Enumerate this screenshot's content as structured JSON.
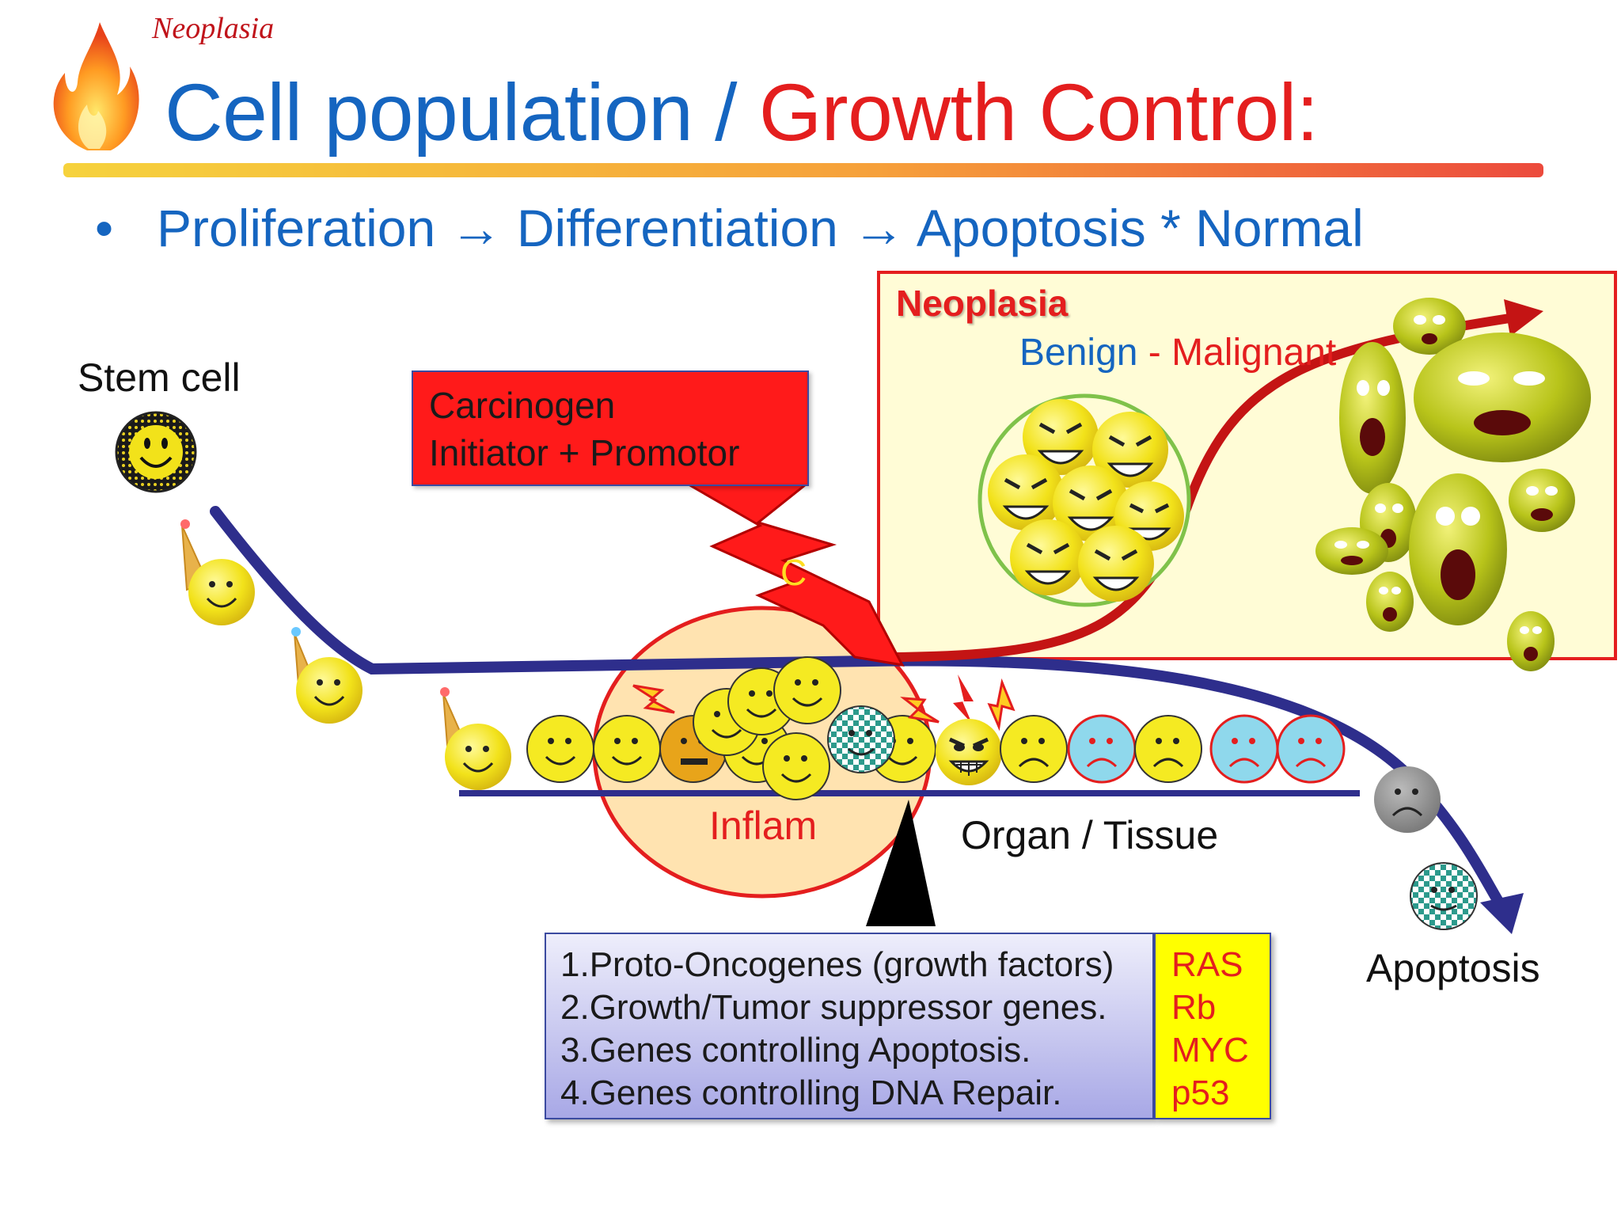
{
  "header": {
    "label": "Neoplasia"
  },
  "title": {
    "part1": "Cell population / ",
    "part2": "Growth Control:"
  },
  "bullet": {
    "text": "Proliferation → Differentiation → Apoptosis * Normal"
  },
  "labels": {
    "stem_cell": "Stem cell",
    "inflam": "Inflam",
    "organ_tissue": "Organ / Tissue",
    "apoptosis": "Apoptosis",
    "c_mark": "C"
  },
  "carcinogen": {
    "line1": "Carcinogen",
    "line2": "Initiator + Promotor"
  },
  "neoplasia_box": {
    "title": "Neoplasia",
    "benign": "Benign",
    "dash": " - ",
    "malignant": "Malignant"
  },
  "genes": [
    "1.Proto-Oncogenes (growth factors)",
    "2.Growth/Tumor suppressor genes.",
    "3.Genes controlling Apoptosis.",
    "4.Genes controlling DNA Repair."
  ],
  "gene_codes": [
    "RAS",
    "Rb",
    "MYC",
    "p53"
  ],
  "colors": {
    "title_blue": "#1565c0",
    "title_red": "#e41e1e",
    "curve_blue": "#2e2e8c",
    "curve_red": "#c41414",
    "face_yellow": "#f2e21a",
    "sad_blue": "#8fd8ec",
    "neoplasia_bg": "#fffcd6",
    "inflam_bg": "#ffe3b0",
    "codes_bg": "#ffff00"
  },
  "icons": [
    "flame-icon",
    "smiley-face-icon",
    "party-hat-icon",
    "sad-face-icon",
    "angry-face-icon",
    "screaming-face-icon",
    "lightning-icon",
    "checkered-face-icon"
  ]
}
